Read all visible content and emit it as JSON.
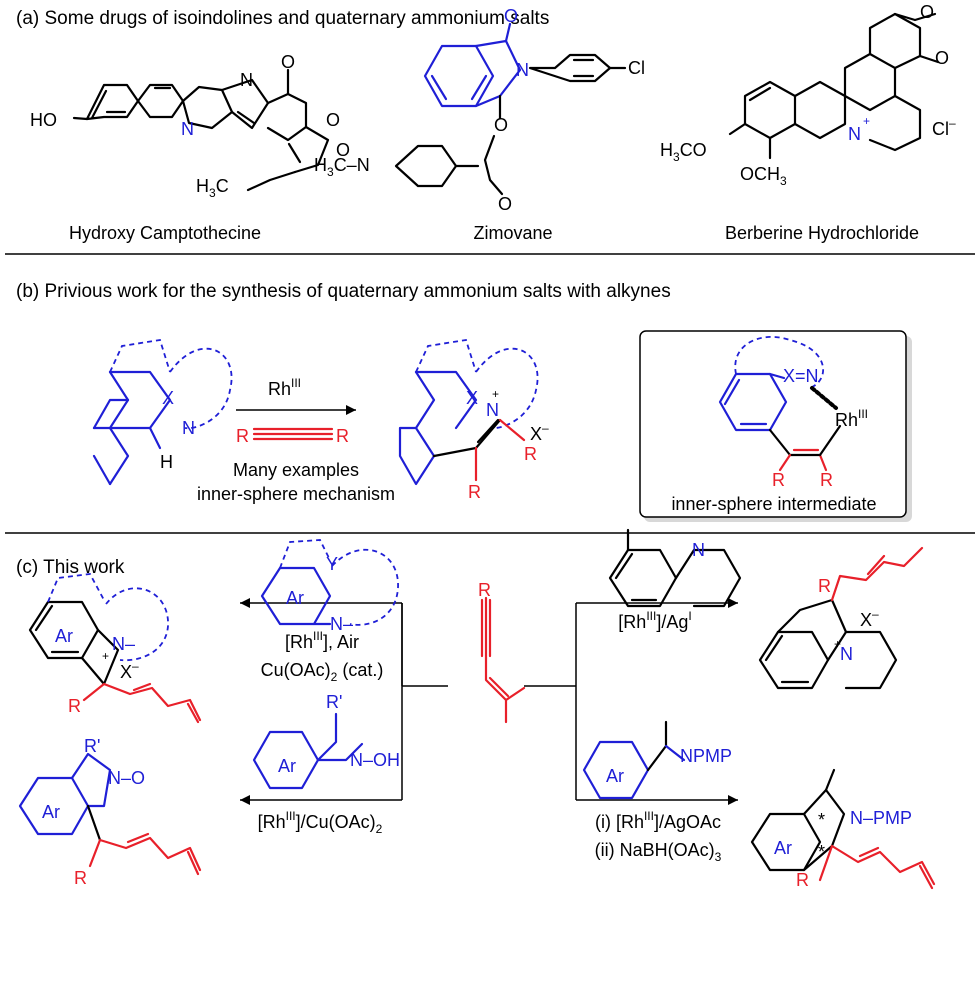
{
  "colors": {
    "scaffold": "#1f1fd6",
    "diene": "#e8202a",
    "ink": "#000000"
  },
  "captions": {
    "a": "(a) Some drugs of isoindolines and quaternary ammonium salts",
    "b": "(b) Privious work for the synthesis of quaternary ammonium salts with alkynes",
    "c": "(c) This work"
  },
  "drugs": [
    {
      "name": "Hydroxy Camptothecine"
    },
    {
      "name": "Zimovane"
    },
    {
      "name": "Berberine Hydrochloride"
    }
  ],
  "previous_work": {
    "catalyst": "Rh",
    "catalyst_sup": "III",
    "alkyne": "R",
    "note1": "Many examples",
    "note2": "inner-sphere mechanism",
    "intermediate_label": "inner-sphere intermediate",
    "rh_label": "Rh",
    "rh_sup": "III"
  },
  "this_work": {
    "ul": {
      "c1": "[Rh",
      "c1sup": "III",
      "c1b": "], Air",
      "c2": "Cu(OAc)",
      "c2sub": "2",
      "c2b": " (cat.)"
    },
    "ur": {
      "c1": "[Rh",
      "c1sup": "III",
      "c1b": "]/Ag",
      "c1sup2": "I"
    },
    "ll": {
      "c1": "[Rh",
      "c1sup": "III",
      "c1b": "]/Cu(OAc)",
      "c1sub": "2"
    },
    "lr": {
      "c1": "(i) [Rh",
      "c1sup": "III",
      "c1b": "]/AgOAc",
      "c2": "(ii) NaBH(OAc)",
      "c2sub": "3"
    }
  },
  "atoms": {
    "HO": "HO",
    "N": "N",
    "O": "O",
    "H3C": "H",
    "Cl": "Cl",
    "Me": "CH",
    "OMe": "OCH",
    "H3CO": "H",
    "Clm": "Cl",
    "X": "X",
    "H": "H",
    "R": "R",
    "Ar": "Ar",
    "Y": "Y",
    "OH": "N–OH",
    "NPMP": "NPMP",
    "PMP": "N–PMP",
    "NO": "N–O",
    "Rp": "R'"
  }
}
